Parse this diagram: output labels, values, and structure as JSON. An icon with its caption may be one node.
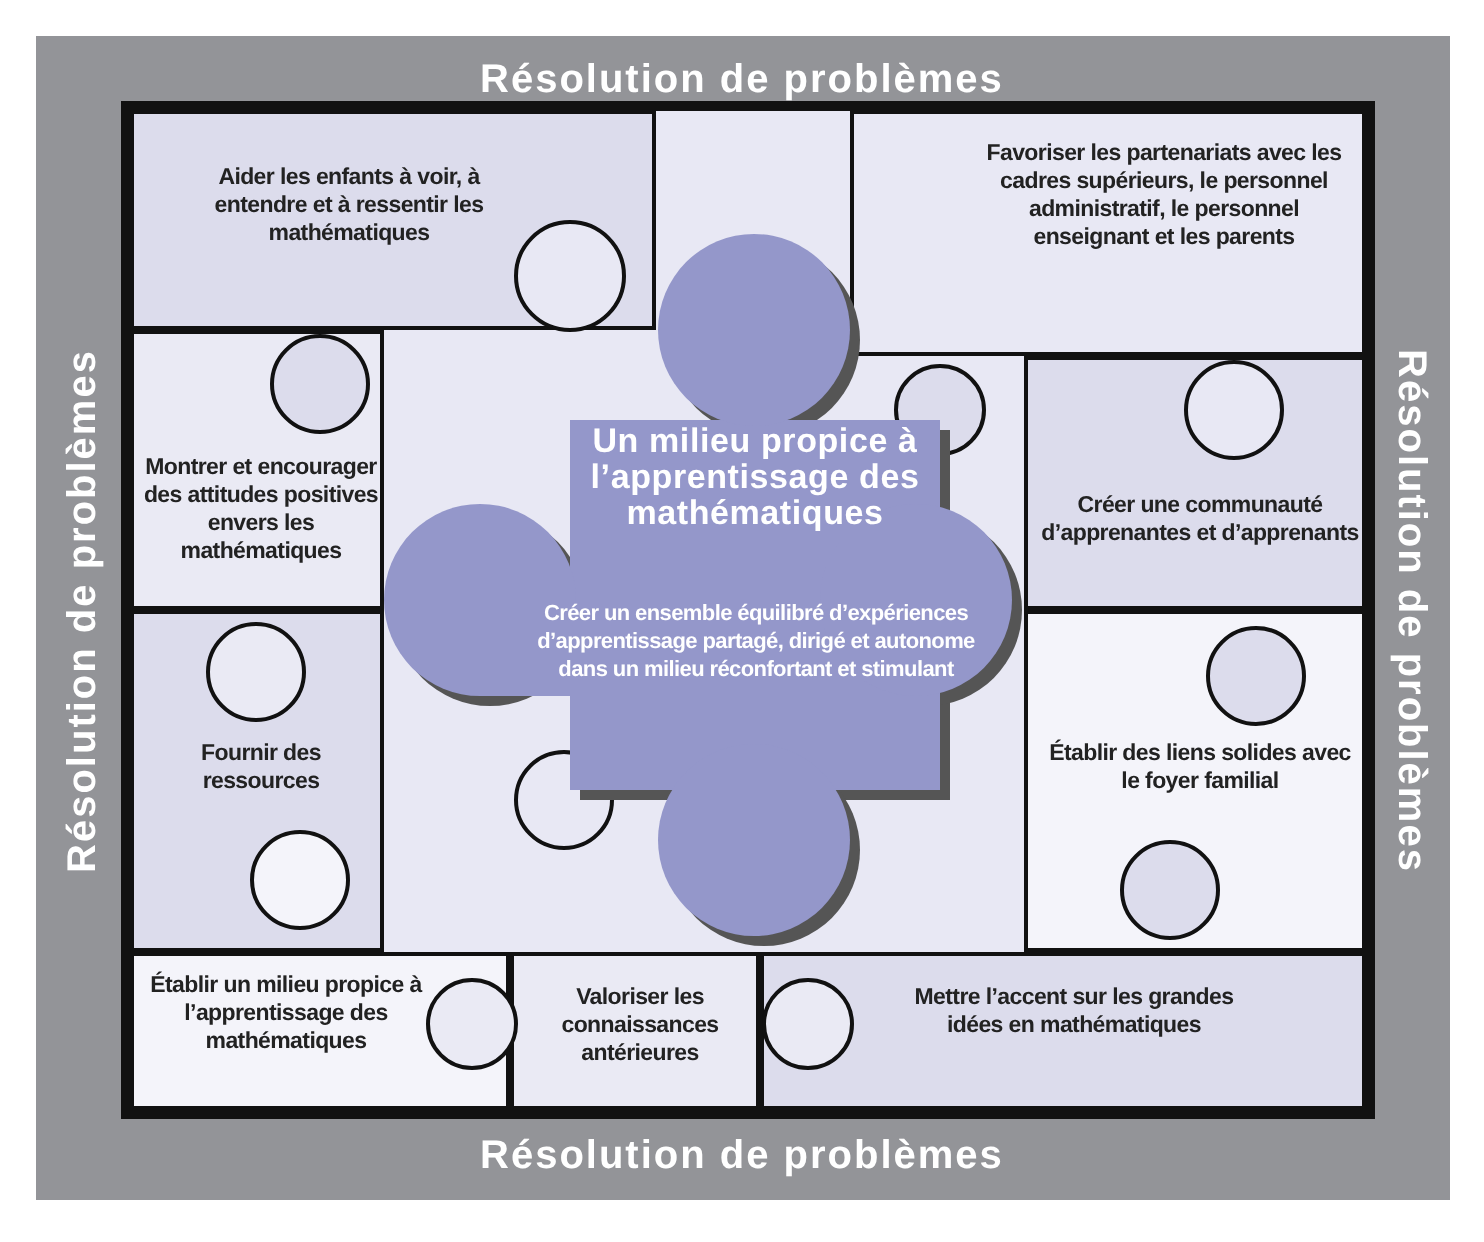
{
  "diagram": {
    "nodes": [
      {
        "text": [
          "Aider les enfants à voir, à entendre et à ressentir les mathématiques"
        ]
      },
      {
        "text": [
          "Favoriser les partenariats avec les cadres supérieurs, le personnel administratif, le personnel enseignant et les parents"
        ]
      },
      {
        "text": [
          "Montrer et encourager des attitudes positives envers les mathématiques"
        ]
      },
      {
        "text": [
          "Un milieu propice à l’apprentissage des mathématiques",
          "Créer un ensemble équilibré d’expériences d’apprentissage partagé, dirigé et autonome dans un milieu réconfortant et stimulant"
        ]
      },
      {
        "text": [
          "Créer une communauté d’apprenantes et d’apprenants"
        ]
      },
      {
        "text": [
          "Fournir des ressources"
        ]
      },
      {
        "text": [
          "Établir des liens solides avec le foyer familial"
        ]
      },
      {
        "text": [
          "Établir un milieu propice à l’apprentissage des mathématiques"
        ]
      },
      {
        "text": [
          "Valoriser les connaissances antérieures"
        ]
      },
      {
        "text": [
          "Mettre l’accent sur les grandes idées en mathématiques"
        ]
      }
    ],
    "labels": [
      "Résolution de problèmes",
      "Résolution de problèmes",
      "Résolution de problèmes",
      "Résolution de problèmes"
    ]
  }
}
